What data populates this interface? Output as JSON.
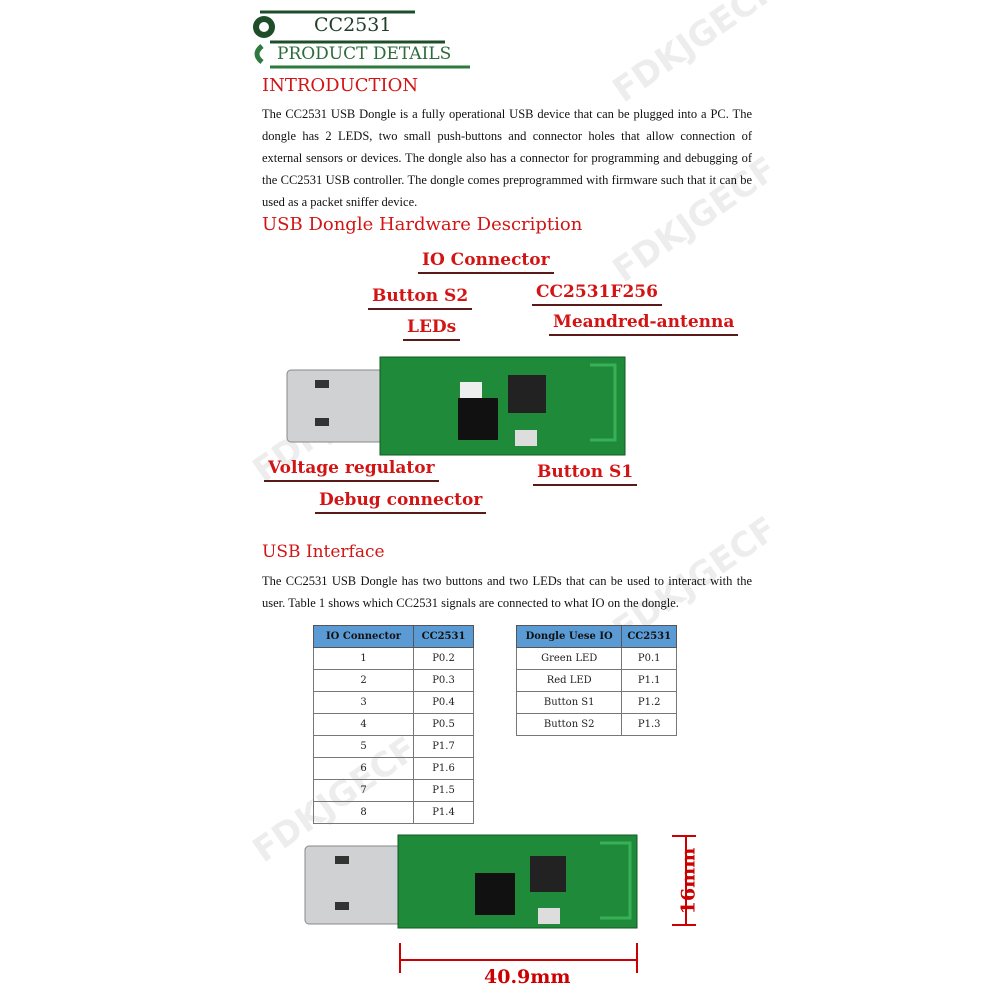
{
  "header": {
    "title": "CC2531",
    "subtitle": "PRODUCT DETAILS",
    "color": "#2e6b3a"
  },
  "intro": {
    "heading": "INTRODUCTION",
    "text": "The CC2531 USB Dongle is a fully operational USB device that can be plugged into a PC. The dongle has 2 LEDS, two small push-buttons and connector holes that allow connection of external sensors or devices. The dongle also has a connector for programming and debugging of the CC2531 USB controller. The dongle comes preprogrammed with firmware such that it can be used as a packet sniffer device."
  },
  "hardware": {
    "heading": "USB Dongle Hardware Description",
    "labels": {
      "io_connector": "IO Connector",
      "button_s2": "Button S2",
      "chip": "CC2531F256",
      "leds": "LEDs",
      "antenna": "Meandred-antenna",
      "voltage_regulator": "Voltage regulator",
      "button_s1": "Button S1",
      "debug_connector": "Debug connector"
    }
  },
  "usb_interface": {
    "heading": "USB Interface",
    "text": "The CC2531 USB Dongle has two buttons and two LEDs that can be used to interact with the user. Table 1 shows which CC2531 signals are connected to what IO on the dongle."
  },
  "table1": {
    "headers": [
      "IO Connector",
      "CC2531"
    ],
    "rows": [
      [
        "1",
        "P0.2"
      ],
      [
        "2",
        "P0.3"
      ],
      [
        "3",
        "P0.4"
      ],
      [
        "4",
        "P0.5"
      ],
      [
        "5",
        "P1.7"
      ],
      [
        "6",
        "P1.6"
      ],
      [
        "7",
        "P1.5"
      ],
      [
        "8",
        "P1.4"
      ]
    ]
  },
  "table2": {
    "headers": [
      "Dongle Uese IO",
      "CC2531"
    ],
    "rows": [
      [
        "Green LED",
        "P0.1"
      ],
      [
        "Red LED",
        "P1.1"
      ],
      [
        "Button S1",
        "P1.2"
      ],
      [
        "Button S2",
        "P1.3"
      ]
    ]
  },
  "dimensions": {
    "height": "16mm",
    "length": "40.9mm"
  },
  "watermark": "FDKJGECF",
  "colors": {
    "heading_red": "#d21414",
    "table_header": "#5b9bd5",
    "pcb_green": "#1f8a3a"
  }
}
